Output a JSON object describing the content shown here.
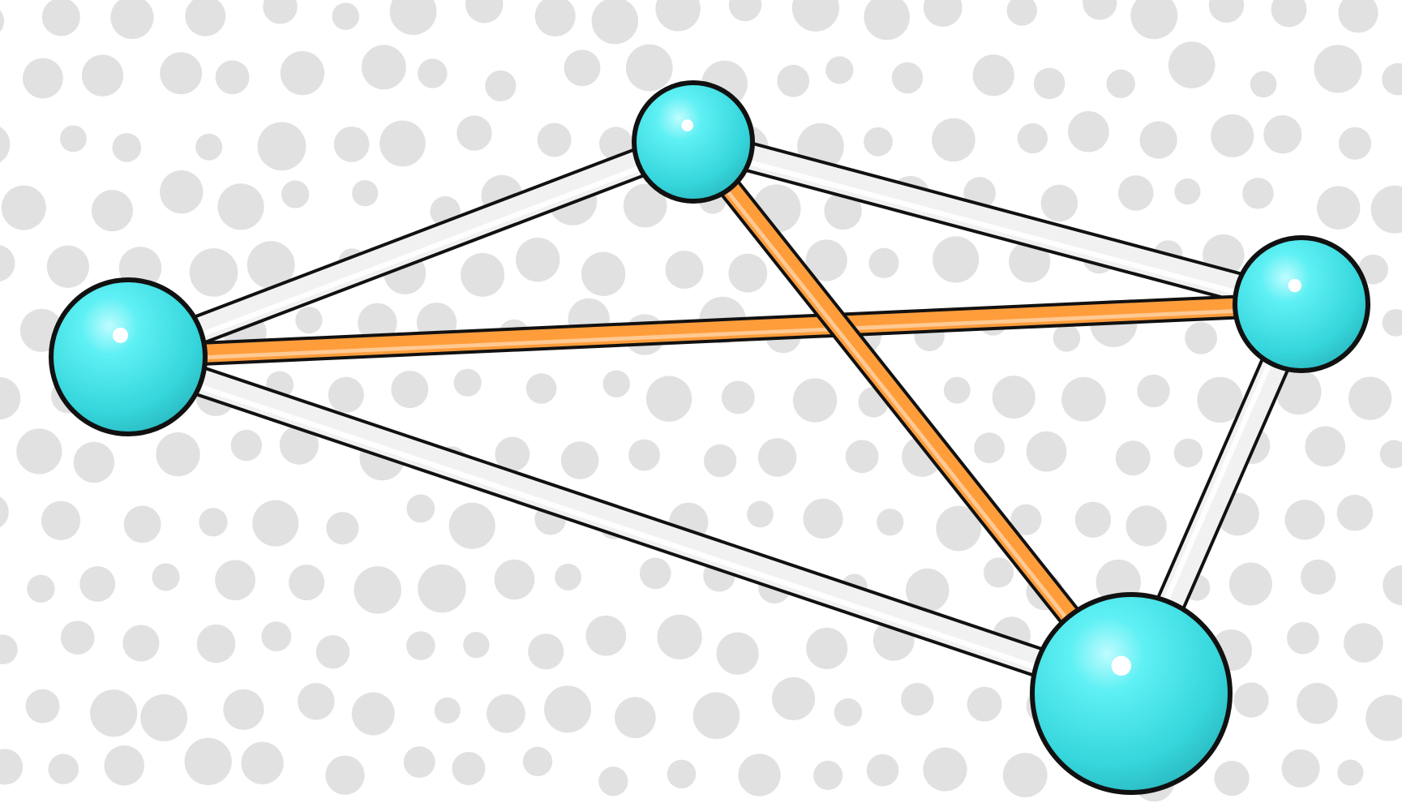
{
  "diagram": {
    "kind": "tetrahedral-ball-and-stick",
    "colors": {
      "background": "#ffffff",
      "dots": "#dcdcdc",
      "node": "#3fdde3",
      "node_highlight": "#ffffff",
      "outline": "#111111",
      "edge_plain": "#f1f1f1",
      "edge_highlight": "#ff9d3b"
    },
    "nodes": [
      {
        "id": "left"
      },
      {
        "id": "top"
      },
      {
        "id": "right"
      },
      {
        "id": "bottom"
      }
    ],
    "edges": [
      {
        "id": "left-top",
        "from": "left",
        "to": "top",
        "style": "plain"
      },
      {
        "id": "top-right",
        "from": "top",
        "to": "right",
        "style": "plain"
      },
      {
        "id": "right-bottom",
        "from": "right",
        "to": "bottom",
        "style": "plain"
      },
      {
        "id": "left-bottom",
        "from": "left",
        "to": "bottom",
        "style": "plain"
      },
      {
        "id": "left-right",
        "from": "left",
        "to": "right",
        "style": "highlight"
      },
      {
        "id": "top-bottom",
        "from": "top",
        "to": "bottom",
        "style": "highlight"
      }
    ]
  }
}
